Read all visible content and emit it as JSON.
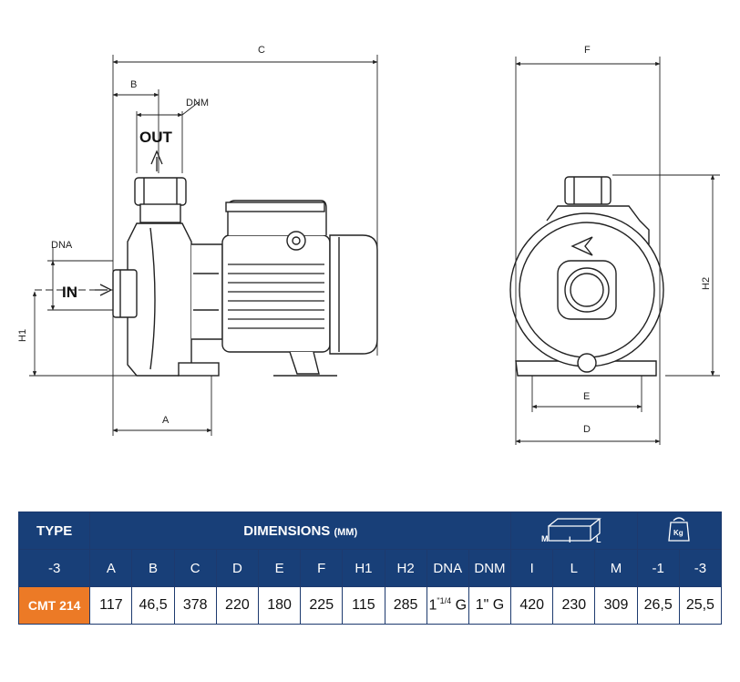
{
  "drawing": {
    "labels": {
      "a": "A",
      "b": "B",
      "c": "C",
      "d": "D",
      "e": "E",
      "f": "F",
      "h1": "H1",
      "h2": "H2",
      "dna": "DNA",
      "dnm": "DNM",
      "in": "IN",
      "out": "OUT"
    }
  },
  "table": {
    "header": {
      "type": "TYPE",
      "dimensions": "DIMENSIONS",
      "unit": "(MM)",
      "box_icon": "package-dimensions-icon",
      "weight_icon": "weight-kg-icon",
      "weight_icon_text": "Kg",
      "box_letters": {
        "m": "M",
        "i": "I",
        "l": "L"
      }
    },
    "subheader": [
      "-3",
      "A",
      "B",
      "C",
      "D",
      "E",
      "F",
      "H1",
      "H2",
      "DNA",
      "DNM",
      "I",
      "L",
      "M",
      "-1",
      "-3"
    ],
    "row": {
      "type": "CMT 214",
      "a": "117",
      "b": "46,5",
      "c": "378",
      "d": "220",
      "e": "180",
      "f": "225",
      "h1": "115",
      "h2": "285",
      "dna_main": "1",
      "dna_sup": "\"1/4",
      "dna_suffix": " G",
      "dnm": "1\" G",
      "i": "420",
      "l": "230",
      "m": "309",
      "w1": "26,5",
      "w3": "25,5"
    },
    "colors": {
      "header": "#183f78",
      "type_cell": "#ec7a26"
    }
  }
}
